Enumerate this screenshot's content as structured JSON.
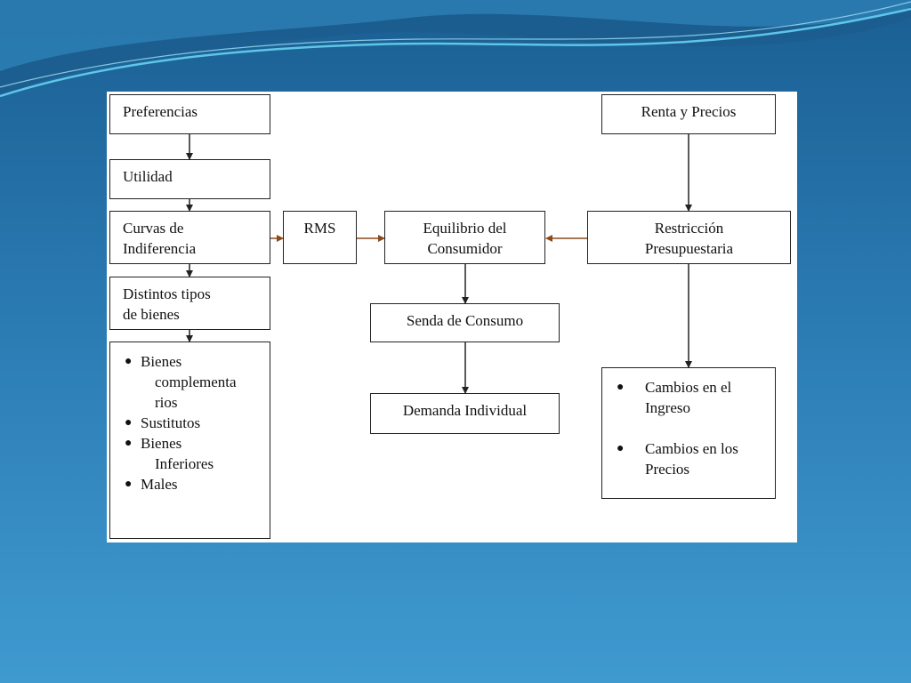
{
  "colors": {
    "background_top": "#1a5f93",
    "background_bottom": "#3f9ad0",
    "wave_light": "#5ec6e8",
    "arrow_dark": "#222222",
    "arrow_brown": "#8a4a1a"
  },
  "diagram": {
    "boxes": {
      "preferencias": "Preferencias",
      "utilidad": "Utilidad",
      "curvas_line1": "Curvas de",
      "curvas_line2": "Indiferencia",
      "distintos_line1": "Distintos tipos",
      "distintos_line2": "de bienes",
      "rms": "RMS",
      "equilibrio_line1": "Equilibrio del",
      "equilibrio_line2": "Consumidor",
      "renta": "Renta y Precios",
      "restriccion_line1": "Restricción",
      "restriccion_line2": "Presupuestaria",
      "senda": "Senda de Consumo",
      "demanda": "Demanda Individual"
    },
    "bienes_list": [
      {
        "line1": "Bienes",
        "line2": "complementa",
        "line3": "rios"
      },
      {
        "line1": "Sustitutos"
      },
      {
        "line1": "Bienes",
        "line2": "Inferiores"
      },
      {
        "line1": "Males"
      }
    ],
    "cambios_list": [
      {
        "line1": "Cambios en el",
        "line2": "Ingreso"
      },
      {
        "line1": "Cambios en los",
        "line2": "Precios"
      }
    ],
    "bullet_glyph": "●"
  }
}
